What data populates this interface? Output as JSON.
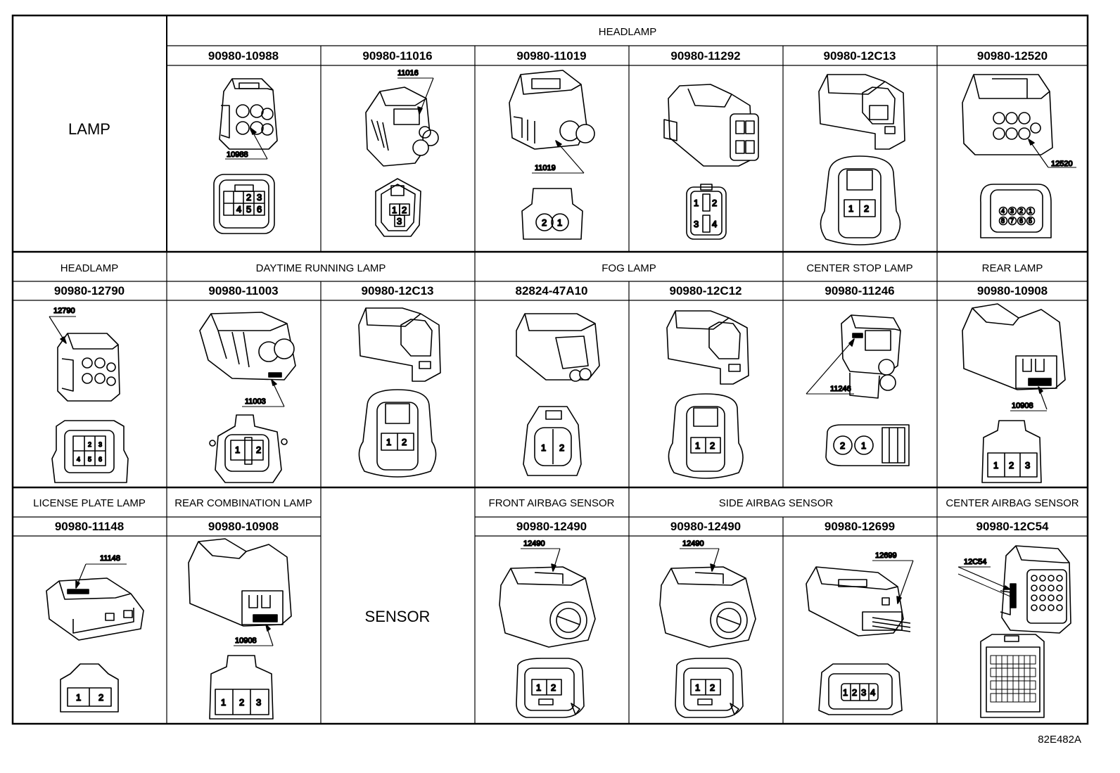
{
  "groups": {
    "lamp": "LAMP",
    "sensor": "SENSOR"
  },
  "row1": {
    "category": "HEADLAMP",
    "parts": [
      "90980-10988",
      "90980-11016",
      "90980-11019",
      "90980-11292",
      "90980-12C13",
      "90980-12520"
    ]
  },
  "row2": {
    "categories": {
      "headlamp": "HEADLAMP",
      "daytime_running_lamp": "DAYTIME RUNNING LAMP",
      "fog_lamp": "FOG LAMP",
      "center_stop_lamp": "CENTER STOP LAMP",
      "rear_lamp": "REAR LAMP"
    },
    "parts": [
      "90980-12790",
      "90980-11003",
      "90980-12C13",
      "82824-47A10",
      "90980-12C12",
      "90980-11246",
      "90980-10908"
    ]
  },
  "row3": {
    "categories": {
      "license_plate_lamp": "LICENSE PLATE LAMP",
      "rear_combination_lamp": "REAR COMBINATION LAMP",
      "front_airbag_sensor": "FRONT AIRBAG SENSOR",
      "side_airbag_sensor": "SIDE AIRBAG SENSOR",
      "center_airbag_sensor": "CENTER AIRBAG SENSOR"
    },
    "parts": [
      "90980-11148",
      "90980-10908",
      "90980-12490",
      "90980-12490",
      "90980-12699",
      "90980-12C54"
    ]
  },
  "callouts": {
    "c10988": "10988",
    "c11016": "11016",
    "c11019": "11019",
    "c12520": "12520",
    "c12790": "12790",
    "c11003": "11003",
    "c11246": "11246",
    "c10908a": "10908",
    "c11148": "11148",
    "c10908b": "10908",
    "c12490a": "12490",
    "c12490b": "12490",
    "c12699": "12699",
    "c12C54": "12C54"
  },
  "pins": {
    "one": "1",
    "two": "2",
    "three": "3",
    "four": "4",
    "five": "5",
    "six": "6",
    "seven": "7",
    "eight": "8"
  },
  "drawing_code": "82E482A"
}
